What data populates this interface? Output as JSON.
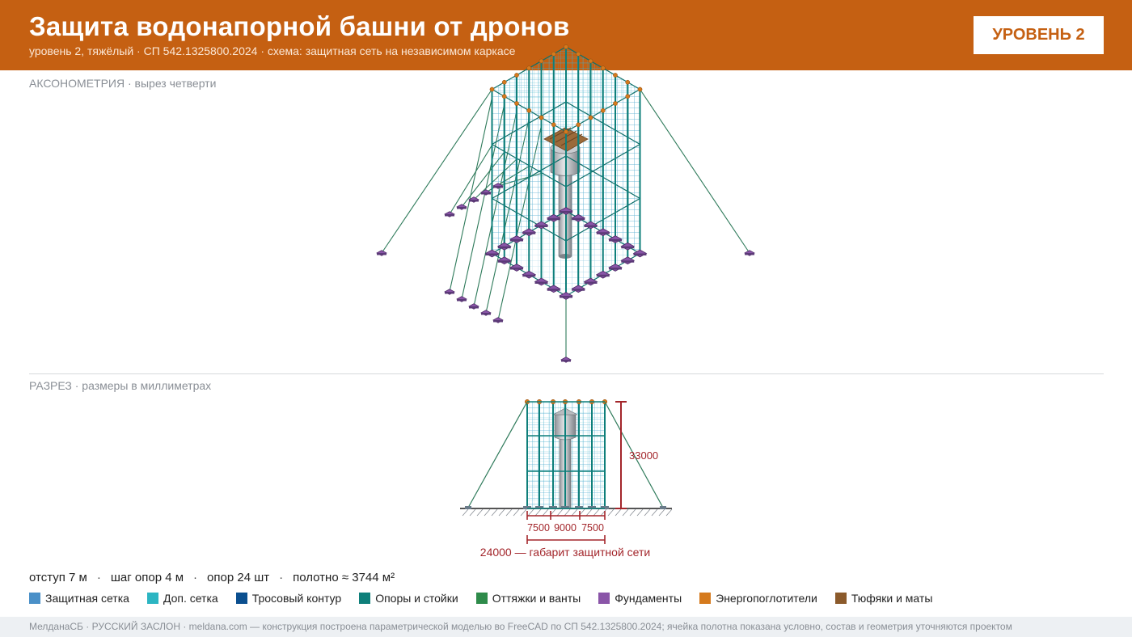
{
  "header": {
    "title": "Защита водонапорной башни от дронов",
    "subtitle": "уровень 2, тяжёлый · СП 542.1325800.2024 · схема: защитная сеть на независимом каркасе",
    "badge": "УРОВЕНЬ 2"
  },
  "views": {
    "axonometry_label": "АКСОНОМЕТРИЯ · вырез четверти",
    "section_label": "РАЗРЕЗ · размеры в миллиметрах"
  },
  "section": {
    "height_dim": "33000",
    "dim_left": "7500",
    "dim_mid": "9000",
    "dim_right": "7500",
    "overall_dim": "24000 — габарит защитной сети"
  },
  "stats": {
    "offset": "отступ 7 м",
    "pitch": "шаг опор 4 м",
    "supports": "опор 24 шт",
    "area": "полотно ≈ 3744 м²"
  },
  "legend": [
    {
      "label": "Защитная сетка",
      "color": "#4a90c8"
    },
    {
      "label": "Доп. сетка",
      "color": "#2cb5c2"
    },
    {
      "label": "Тросовый контур",
      "color": "#0b4f8f"
    },
    {
      "label": "Опоры и стойки",
      "color": "#0e7f7a"
    },
    {
      "label": "Оттяжки и ванты",
      "color": "#2e8b4a"
    },
    {
      "label": "Фундаменты",
      "color": "#8a55a8"
    },
    {
      "label": "Энергопоглотители",
      "color": "#d57a1d"
    },
    {
      "label": "Тюфяки и маты",
      "color": "#8b5a2b"
    }
  ],
  "footer": "МелданаСБ · РУССКИЙ ЗАСЛОН · meldana.com — конструкция построена параметрической моделью во FreeCAD по СП 542.1325800.2024; ячейка полотна показана условно, состав и геометрия уточняются проектом"
}
